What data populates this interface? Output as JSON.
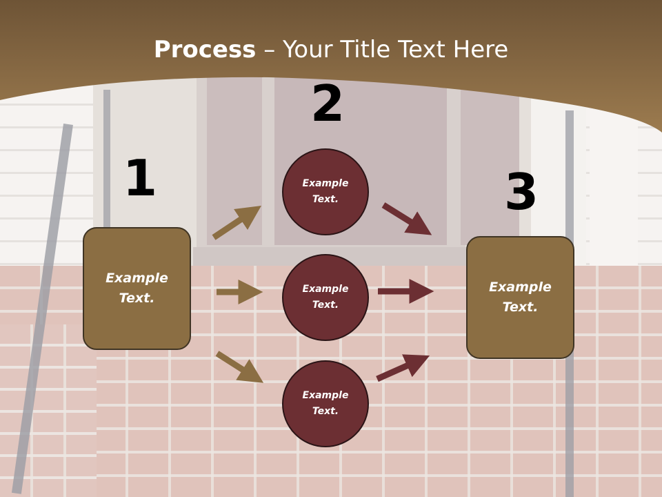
{
  "slide": {
    "title_bold": "Process",
    "title_rest": " – Your Title Text Here"
  },
  "steps": {
    "one": "1",
    "two": "2",
    "three": "3"
  },
  "boxes": {
    "left_text": "Example\nText.",
    "right_text": "Example\nText."
  },
  "circles": {
    "top_text": "Example\nText.",
    "middle_text": "Example\nText.",
    "bottom_text": "Example\nText."
  },
  "colors": {
    "header_brown": "#8f6f45",
    "box_fill": "#8b6e43",
    "circle_fill": "#6c2f33",
    "arrow_tan": "#8b6e43",
    "arrow_maroon": "#6c2f33"
  }
}
